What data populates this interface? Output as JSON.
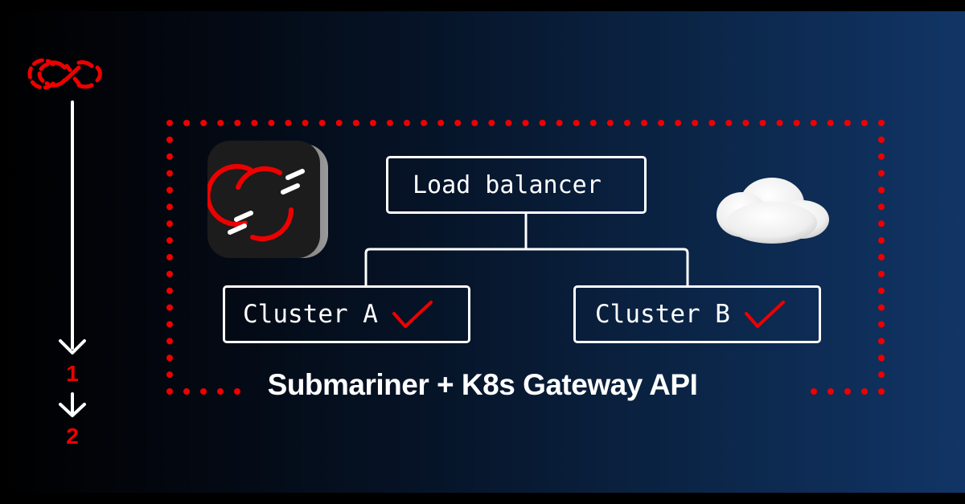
{
  "diagram": {
    "title": "Submariner + K8s Gateway API",
    "nodes": {
      "load_balancer": "Load balancer",
      "cluster_a": "Cluster A",
      "cluster_b": "Cluster B"
    },
    "cluster_status": {
      "cluster_a": "check-icon",
      "cluster_b": "check-icon"
    },
    "edges": [
      [
        "Load balancer",
        "Cluster A"
      ],
      [
        "Load balancer",
        "Cluster B"
      ]
    ],
    "icons": {
      "logo": "infinity-link-icon",
      "app": "openshift-app-icon",
      "cloud": "cloud-icon"
    }
  },
  "sidebar": {
    "steps": [
      "1",
      "2"
    ]
  },
  "colors": {
    "accent_red": "#ee0000",
    "line_white": "#ffffff",
    "bg_dark": "#000000",
    "bg_blue": "#113566"
  }
}
